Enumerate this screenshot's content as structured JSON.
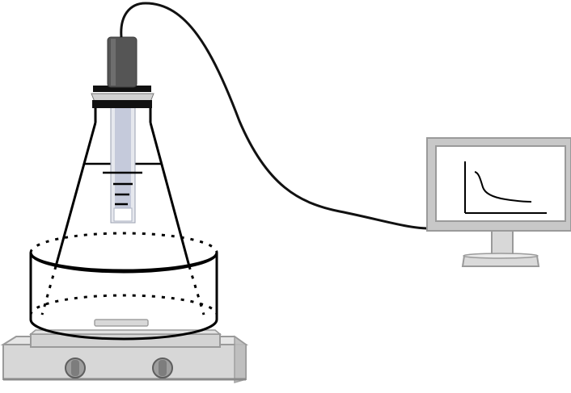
{
  "diagram": {
    "components": [
      {
        "id": "electrode",
        "icon": "electrode-probe-icon"
      },
      {
        "id": "cable",
        "icon": "cable-icon"
      },
      {
        "id": "flask",
        "icon": "erlenmeyer-flask-icon"
      },
      {
        "id": "water-bath",
        "icon": "water-bath-icon"
      },
      {
        "id": "stirring-bar",
        "icon": "stir-bar-icon"
      },
      {
        "id": "magnetic-stirrer",
        "icon": "hot-plate-stirrer-icon",
        "knobs": 2
      },
      {
        "id": "monitor",
        "icon": "computer-monitor-icon"
      },
      {
        "id": "decay-curve",
        "icon": "decay-curve-icon"
      }
    ],
    "colors": {
      "outline": "#000000",
      "probe_head": "#555555",
      "probe_glass": "#c5cadb",
      "plate_fill": "#d6d6d6",
      "plate_edge": "#9a9a9a",
      "monitor_frame": "#c8c8c8"
    }
  }
}
